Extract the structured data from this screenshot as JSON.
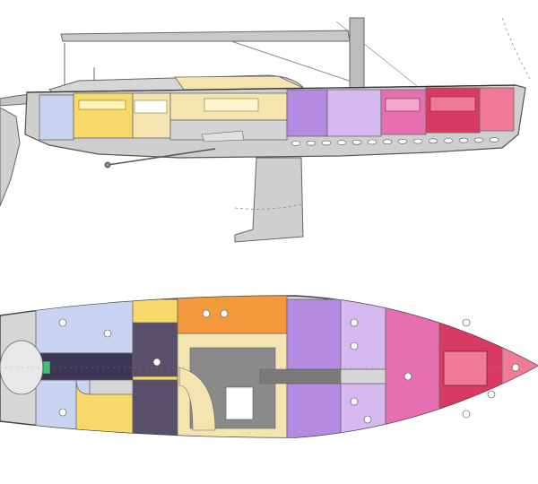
{
  "title": "",
  "colors": {
    "hull": "#cfcfcf",
    "hull_dark": "#9e9e9e",
    "outline": "#555555",
    "mast": "#bdbdbd",
    "deck_wood": "#8a8a8a",
    "zone_aft": "#c9d4f2",
    "zone_galley": "#f7d96a",
    "zone_saloon_light": "#f3e4b0",
    "zone_nav": "#f39a3c",
    "zone_dark": "#5a4f6a",
    "zone_guest": "#b48be0",
    "zone_guest_light": "#d5b9f0",
    "zone_pink": "#e56fb0",
    "zone_forward": "#d93a63",
    "zone_forward_light": "#f07a97",
    "window": "#ffffff"
  },
  "views": [
    {
      "id": "profile",
      "name": "side-profile"
    },
    {
      "id": "plan",
      "name": "deck-plan"
    }
  ]
}
